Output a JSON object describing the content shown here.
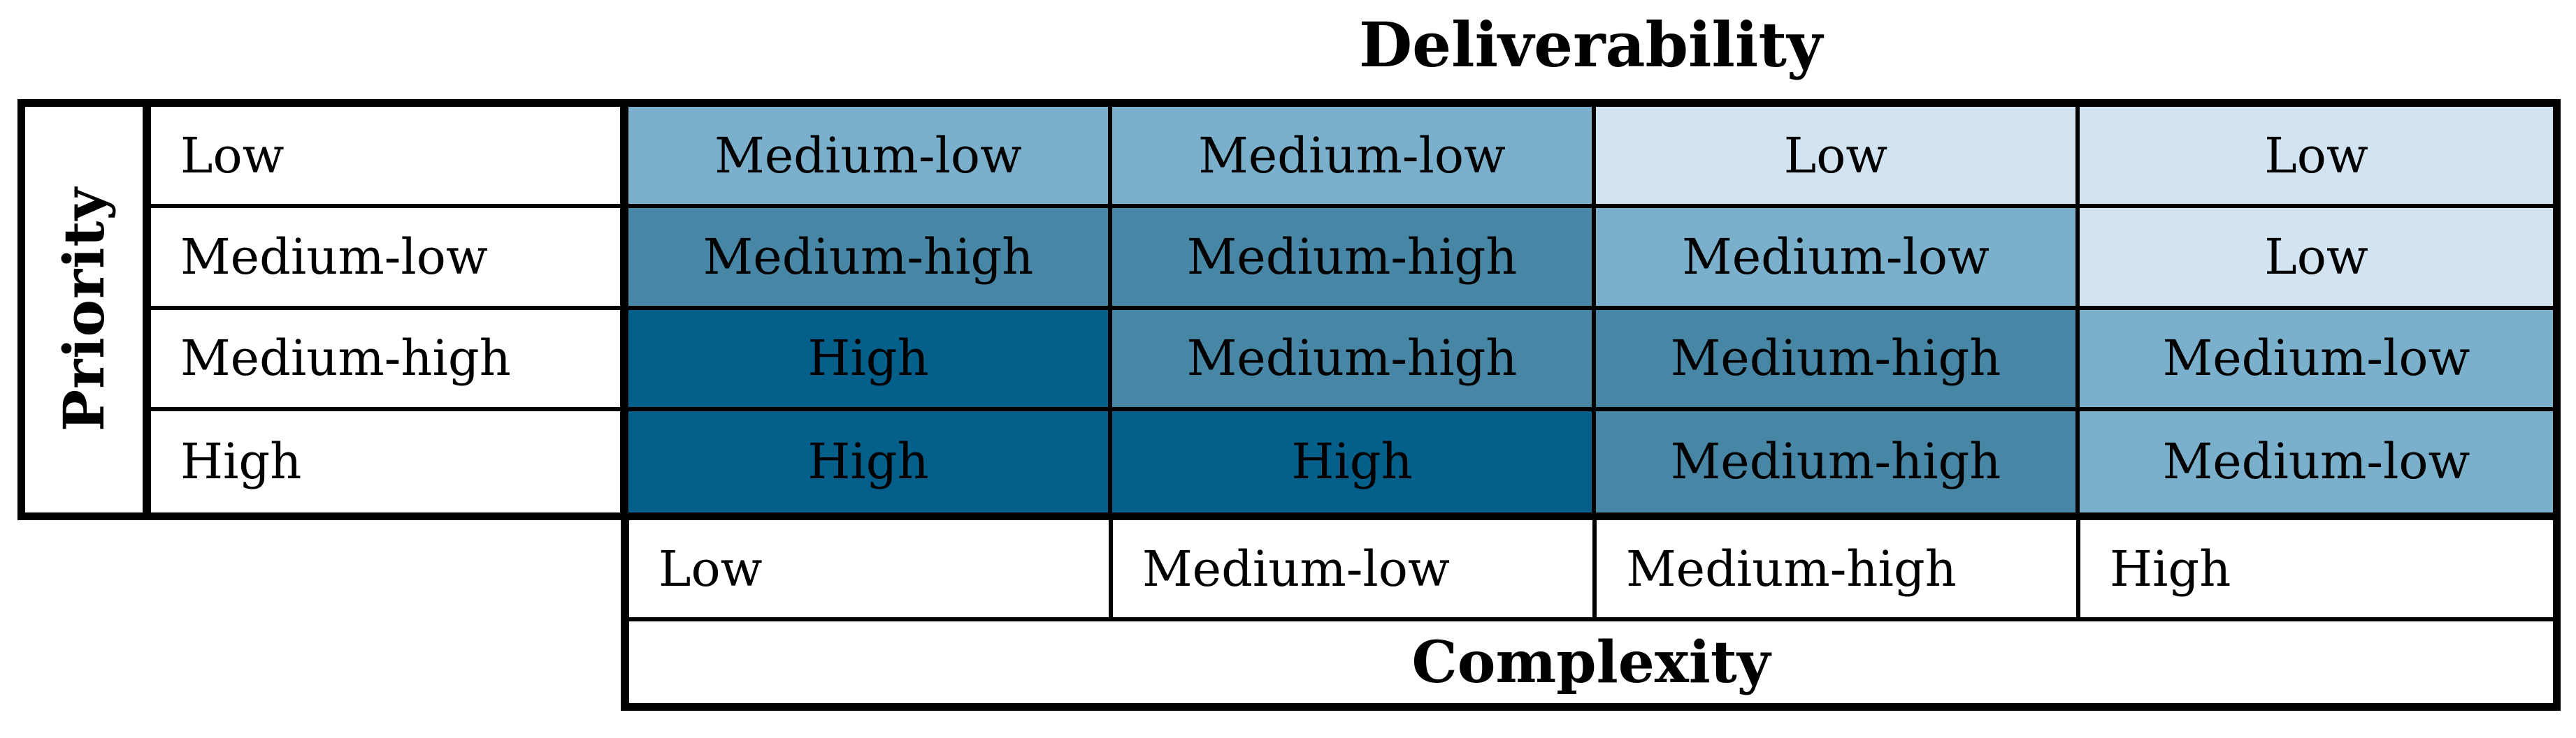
{
  "title_top": "Deliverability",
  "left_axis": {
    "label": "Priority",
    "categories": [
      "Low",
      "Medium-low",
      "Medium-high",
      "High"
    ]
  },
  "bottom_axis": {
    "label": "Complexity",
    "categories": [
      "Low",
      "Medium-low",
      "Medium-high",
      "High"
    ]
  },
  "colors": {
    "Low": "#d2e4f1",
    "Medium-low": "#7ab0cb",
    "Medium-high": "#4787a5",
    "High": "#045f8a",
    "border": "#000000",
    "background": "#ffffff"
  },
  "chart_data": {
    "type": "heatmap",
    "title": "Deliverability",
    "x_axis_label": "Complexity",
    "y_axis_label": "Priority",
    "x_categories": [
      "Low",
      "Medium-low",
      "Medium-high",
      "High"
    ],
    "y_categories": [
      "Low",
      "Medium-low",
      "Medium-high",
      "High"
    ],
    "values": [
      [
        "Medium-low",
        "Medium-low",
        "Low",
        "Low"
      ],
      [
        "Medium-high",
        "Medium-high",
        "Medium-low",
        "Low"
      ],
      [
        "High",
        "Medium-high",
        "Medium-high",
        "Medium-low"
      ],
      [
        "High",
        "High",
        "Medium-high",
        "Medium-low"
      ]
    ],
    "value_scale": [
      "Low",
      "Medium-low",
      "Medium-high",
      "High"
    ],
    "legend": "none",
    "grid": "on"
  }
}
